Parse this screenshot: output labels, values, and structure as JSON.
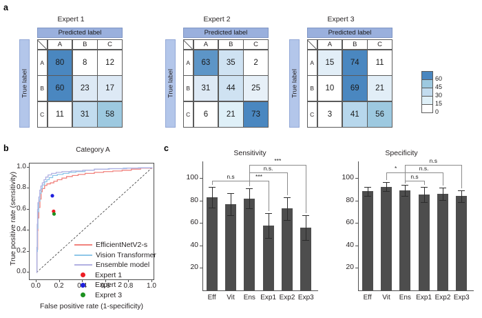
{
  "panels": {
    "a": "a",
    "b": "b",
    "c": "c"
  },
  "panel_a": {
    "col_header": "Predicted label",
    "row_header": "True label",
    "class_labels": [
      "A",
      "B",
      "C"
    ],
    "matrices": [
      {
        "title": "Expert 1",
        "rows": [
          [
            {
              "v": "80",
              "c": "#4a87c0"
            },
            {
              "v": "8",
              "c": "#ffffff"
            },
            {
              "v": "12",
              "c": "#ffffff"
            }
          ],
          [
            {
              "v": "60",
              "c": "#4a87c0"
            },
            {
              "v": "23",
              "c": "#dde9f5"
            },
            {
              "v": "17",
              "c": "#dde9f5"
            }
          ],
          [
            {
              "v": "11",
              "c": "#ffffff"
            },
            {
              "v": "31",
              "c": "#c2dcef"
            },
            {
              "v": "58",
              "c": "#9dc9e0"
            }
          ]
        ]
      },
      {
        "title": "Expert 2",
        "rows": [
          [
            {
              "v": "63",
              "c": "#5d95c7"
            },
            {
              "v": "35",
              "c": "#cfe2f2"
            },
            {
              "v": "2",
              "c": "#ffffff"
            }
          ],
          [
            {
              "v": "31",
              "c": "#dde9f5"
            },
            {
              "v": "44",
              "c": "#cfe2f2"
            },
            {
              "v": "25",
              "c": "#e7f0f8"
            }
          ],
          [
            {
              "v": "6",
              "c": "#ffffff"
            },
            {
              "v": "21",
              "c": "#dff0f8"
            },
            {
              "v": "73",
              "c": "#4a87c0"
            }
          ]
        ]
      },
      {
        "title": "Expert 3",
        "rows": [
          [
            {
              "v": "15",
              "c": "#e2eef7"
            },
            {
              "v": "74",
              "c": "#4a87c0"
            },
            {
              "v": "11",
              "c": "#ffffff"
            }
          ],
          [
            {
              "v": "10",
              "c": "#ffffff"
            },
            {
              "v": "69",
              "c": "#4a87c0"
            },
            {
              "v": "21",
              "c": "#e2eef7"
            }
          ],
          [
            {
              "v": "3",
              "c": "#ffffff"
            },
            {
              "v": "41",
              "c": "#b7d7ec"
            },
            {
              "v": "56",
              "c": "#9dc9e0"
            }
          ]
        ]
      }
    ],
    "colorbar": {
      "swatches": [
        "#4a87c0",
        "#9dc9e0",
        "#c2dcef",
        "#dff0f8",
        "#ffffff"
      ],
      "labels": [
        "60",
        "45",
        "30",
        "15",
        "0"
      ]
    }
  },
  "chart_data": [
    {
      "type": "line",
      "panel": "b",
      "title": "Category A",
      "xlabel": "False positive rate (1-specificity)",
      "ylabel": "True positive rate (sensitivity)",
      "xlim": [
        0.0,
        1.0
      ],
      "ylim": [
        0.0,
        1.0
      ],
      "xticks": [
        "0.0",
        "0.2",
        "0.4",
        "0.6",
        "0.8",
        "1.0"
      ],
      "yticks": [
        "0.0",
        "0.2",
        "0.4",
        "0.6",
        "0.8",
        "1.0"
      ],
      "grid": false,
      "legend_position": "lower-right",
      "diagonal_reference": true,
      "series": [
        {
          "name": "EfficientNetV2-s",
          "color": "#f1817c",
          "type": "line",
          "points": [
            [
              0.0,
              0.0
            ],
            [
              0.005,
              0.22
            ],
            [
              0.01,
              0.4
            ],
            [
              0.012,
              0.52
            ],
            [
              0.02,
              0.62
            ],
            [
              0.03,
              0.7
            ],
            [
              0.04,
              0.77
            ],
            [
              0.05,
              0.8
            ],
            [
              0.07,
              0.83
            ],
            [
              0.09,
              0.845
            ],
            [
              0.12,
              0.855
            ],
            [
              0.15,
              0.87
            ],
            [
              0.18,
              0.885
            ],
            [
              0.22,
              0.9
            ],
            [
              0.26,
              0.915
            ],
            [
              0.31,
              0.925
            ],
            [
              0.36,
              0.935
            ],
            [
              0.42,
              0.945
            ],
            [
              0.5,
              0.955
            ],
            [
              0.58,
              0.962
            ],
            [
              0.66,
              0.968
            ],
            [
              0.74,
              0.975
            ],
            [
              0.82,
              0.985
            ],
            [
              0.9,
              0.995
            ],
            [
              1.0,
              1.0
            ]
          ]
        },
        {
          "name": "Vision Transformer",
          "color": "#8ec6e8",
          "type": "line",
          "points": [
            [
              0.0,
              0.0
            ],
            [
              0.004,
              0.2
            ],
            [
              0.008,
              0.42
            ],
            [
              0.012,
              0.58
            ],
            [
              0.02,
              0.68
            ],
            [
              0.03,
              0.755
            ],
            [
              0.04,
              0.8
            ],
            [
              0.05,
              0.835
            ],
            [
              0.07,
              0.865
            ],
            [
              0.09,
              0.885
            ],
            [
              0.11,
              0.905
            ],
            [
              0.14,
              0.925
            ],
            [
              0.18,
              0.935
            ],
            [
              0.23,
              0.945
            ],
            [
              0.28,
              0.955
            ],
            [
              0.34,
              0.962
            ],
            [
              0.42,
              0.975
            ],
            [
              0.5,
              0.985
            ],
            [
              0.62,
              0.99
            ],
            [
              0.75,
              0.995
            ],
            [
              0.88,
              0.998
            ],
            [
              1.0,
              1.0
            ]
          ]
        },
        {
          "name": "Ensemble model",
          "color": "#b1b0e2",
          "type": "line",
          "points": [
            [
              0.0,
              0.0
            ],
            [
              0.003,
              0.24
            ],
            [
              0.006,
              0.46
            ],
            [
              0.009,
              0.6
            ],
            [
              0.012,
              0.665
            ],
            [
              0.02,
              0.72
            ],
            [
              0.028,
              0.785
            ],
            [
              0.038,
              0.825
            ],
            [
              0.05,
              0.855
            ],
            [
              0.065,
              0.885
            ],
            [
              0.08,
              0.91
            ],
            [
              0.1,
              0.93
            ],
            [
              0.13,
              0.945
            ],
            [
              0.17,
              0.955
            ],
            [
              0.22,
              0.962
            ],
            [
              0.3,
              0.968
            ],
            [
              0.4,
              0.975
            ],
            [
              0.5,
              0.985
            ],
            [
              0.63,
              0.99
            ],
            [
              0.78,
              0.995
            ],
            [
              0.9,
              0.998
            ],
            [
              1.0,
              1.0
            ]
          ]
        }
      ],
      "points": [
        {
          "name": "Expert 1",
          "color": "#ec1c24",
          "x": 0.148,
          "y": 0.583
        },
        {
          "name": "Expert 2",
          "color": "#1f1fdd",
          "x": 0.137,
          "y": 0.732
        },
        {
          "name": "Expret 3",
          "color": "#1d9120",
          "x": 0.152,
          "y": 0.558
        }
      ],
      "legend": [
        {
          "label": "EfficientNetV2-s",
          "color": "#f1817c",
          "marker": "line"
        },
        {
          "label": "Vision Transformer",
          "color": "#8ec6e8",
          "marker": "line"
        },
        {
          "label": "Ensemble model",
          "color": "#b1b0e2",
          "marker": "line"
        },
        {
          "label": "Expert 1",
          "color": "#ec1c24",
          "marker": "dot"
        },
        {
          "label": "Expert 2",
          "color": "#1f1fdd",
          "marker": "dot"
        },
        {
          "label": "Expret 3",
          "color": "#1d9120",
          "marker": "dot"
        }
      ]
    },
    {
      "type": "bar",
      "panel": "c-left",
      "title": "Sensitivity",
      "xlabel": "",
      "ylabel": "",
      "categories": [
        "Eff",
        "Vit",
        "Ens",
        "Exp1",
        "Exp2",
        "Exp3"
      ],
      "values": [
        83,
        77,
        82,
        58,
        73,
        56
      ],
      "errors": [
        9,
        10,
        9,
        11,
        10,
        11
      ],
      "yticks": [
        "20",
        "40",
        "60",
        "80",
        "100"
      ],
      "ylim": [
        0,
        115
      ],
      "grid": false,
      "bar_color": "#4d4d4d",
      "annotations": [
        {
          "text": "n.s",
          "from": "Eff",
          "to": "Ens",
          "level": 1
        },
        {
          "text": "***",
          "from": "Ens",
          "to": "Exp1",
          "level": 1
        },
        {
          "text": "n.s.",
          "from": "Ens",
          "to": "Exp2",
          "level": 2
        },
        {
          "text": "***",
          "from": "Ens",
          "to": "Exp3",
          "level": 3
        }
      ]
    },
    {
      "type": "bar",
      "panel": "c-right",
      "title": "Specificity",
      "xlabel": "",
      "ylabel": "",
      "categories": [
        "Eff",
        "Vit",
        "Ens",
        "Exp1",
        "Exp2",
        "Exp3"
      ],
      "values": [
        88.5,
        92.5,
        89,
        85.5,
        86,
        84
      ],
      "errors": [
        4,
        4,
        5,
        6.5,
        5.5,
        5
      ],
      "yticks": [
        "20",
        "40",
        "60",
        "80",
        "100"
      ],
      "ylim": [
        0,
        115
      ],
      "grid": false,
      "bar_color": "#4d4d4d",
      "annotations": [
        {
          "text": "*",
          "from": "Vit",
          "to": "Ens",
          "level": 2
        },
        {
          "text": "n.s",
          "from": "Ens",
          "to": "Exp1",
          "level": 1
        },
        {
          "text": "n.s.",
          "from": "Ens",
          "to": "Exp2",
          "level": 2
        },
        {
          "text": "n.s",
          "from": "Ens",
          "to": "Exp3",
          "level": 3
        }
      ]
    }
  ]
}
